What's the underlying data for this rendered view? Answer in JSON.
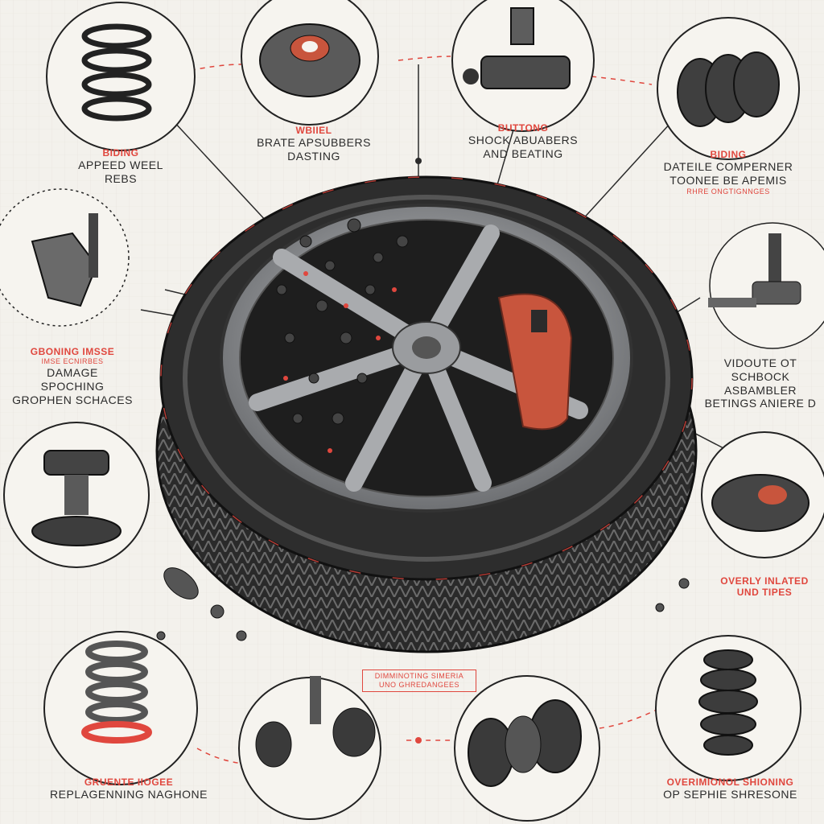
{
  "colors": {
    "paper": "#f3f1ec",
    "ink": "#1f1f1f",
    "accent": "#e0473e",
    "caliper": "#c8553d",
    "rim": "#8d8f92"
  },
  "labels": {
    "topleft_red": "BIDING",
    "topleft_black_1": "APPEED WEEL",
    "topleft_black_2": "REBS",
    "topcenter_red": "WBIIEL",
    "topcenter_black_1": "BRATE APSUBBERS",
    "topcenter_black_2": "DASTING",
    "topmid_red": "BUTTONG",
    "topmid_black_1": "SHOCK ABUABERS",
    "topmid_black_2": "AND BEATING",
    "topright_red": "BIDING",
    "topright_black_1": "DATEILE COMPERNER",
    "topright_black_2": "TOONEE BE APEMIS",
    "topright_black_3": "RHRE ONGTIGNNGES",
    "left_red_1": "GBONING IMSSE",
    "left_red_2": "IMSE ECNIRBES",
    "left_black_1": "DAMAGE",
    "left_black_2": "SPOCHING",
    "left_black_3": "GROPHEN SCHACES",
    "right_black_1": "VIDOUTE OT",
    "right_black_2": "SCHBOCK ASBAMBLER",
    "right_black_3": "BETINGS ANIERE D",
    "right_red_1": "OVERLY INLATED",
    "right_red_2": "UND TIPES",
    "bottom_tiny_1": "DIMMINOTING SIMERIA",
    "bottom_tiny_2": "UNO GHREDANGEES",
    "bottomleft_red": "GRUENTE IIOGEE",
    "bottomleft_black": "REPLAGENNING NAGHONE",
    "bottomright_red": "OVERIMIONOL SHIONING",
    "bottomright_black": "OP SEPHIE SHRESONE"
  }
}
